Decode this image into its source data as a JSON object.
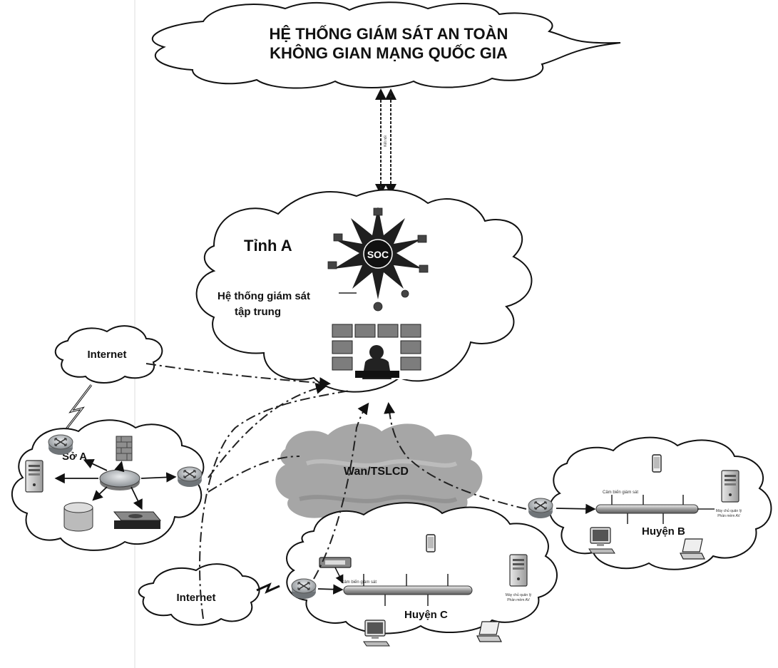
{
  "top_cloud": {
    "line1": "HỆ THỐNG GIÁM SÁT AN TOÀN",
    "line2": "KHÔNG GIAN MẠNG QUỐC GIA"
  },
  "link_label": "Kết nối",
  "province": {
    "name": "Tỉnh A",
    "hub_label": "SOC",
    "system_line1": "Hệ thống giám sát",
    "system_line2": "tập trung"
  },
  "internet_top": "Internet",
  "internet_bottom": "Internet",
  "wan_label": "Wan/TSLCD",
  "department": {
    "name": "Sở A"
  },
  "district_b": {
    "name": "Huyện B",
    "sensor": "Cảm biến giám sát",
    "server_line1": "Máy chủ quản lý",
    "server_line2": "Phần mềm AV"
  },
  "district_c": {
    "name": "Huyện C",
    "sensor": "Cảm biến giám sát",
    "server_line1": "Máy chủ quản lý",
    "server_line2": "Phần mềm AV"
  },
  "colors": {
    "stroke": "#111111",
    "wan_cloud": "#a6a6a6",
    "router": "#bfc3c6"
  }
}
